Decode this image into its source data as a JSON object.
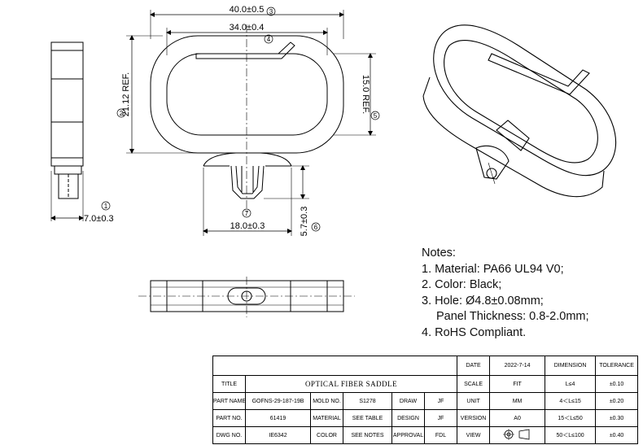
{
  "dimensions": {
    "overall_width": "40.0±0.5",
    "inner_width": "34.0±0.4",
    "outer_height_ref": "21.12 REF.",
    "inner_height_ref": "15.0 REF.",
    "side_thickness": "7.0±0.3",
    "base_width": "18.0±0.3",
    "pin_height": "5.7±0.3"
  },
  "balloons": [
    "1",
    "2",
    "3",
    "4",
    "5",
    "6",
    "7"
  ],
  "notes": {
    "heading": "Notes:",
    "lines": [
      "1. Material: PA66 UL94 V0;",
      "2. Color: Black;",
      "3. Hole: Ø4.8±0.08mm;",
      "Panel Thickness: 0.8-2.0mm;",
      "4. RoHS Compliant."
    ]
  },
  "title_block": {
    "date_label": "DATE",
    "date_value": "2022-7-14",
    "dimension_header": "DIMENSION",
    "tolerance_header": "TOLERANCE",
    "title_label": "TITLE",
    "title_value": "OPTICAL FIBER SADDLE",
    "scale_label": "SCALE",
    "scale_value": "FIT",
    "part_name_label": "PART NAME",
    "part_name_value": "GOFNS-29-187-19B",
    "mold_no_label": "MOLD NO.",
    "mold_no_value": "S1278",
    "draw_label": "DRAW",
    "draw_value": "JF",
    "unit_label": "UNIT",
    "unit_value": "MM",
    "part_no_label": "PART NO.",
    "part_no_value": "61419",
    "material_label": "MATERIAL",
    "material_value": "SEE TABLE",
    "design_label": "DESIGN",
    "design_value": "JF",
    "version_label": "VERSION",
    "version_value": "A0",
    "dwg_no_label": "DWG NO.",
    "dwg_no_value": "IE6342",
    "color_label": "COLOR",
    "color_value": "SEE NOTES",
    "approval_label": "APPROVAL",
    "approval_value": "FDL",
    "view_label": "VIEW",
    "tolerance_rows": [
      {
        "range": "L≤4",
        "tol": "±0.10"
      },
      {
        "range": "4＜L≤15",
        "tol": "±0.20"
      },
      {
        "range": "15＜L≤50",
        "tol": "±0.30"
      },
      {
        "range": "50＜L≤100",
        "tol": "±0.40"
      }
    ]
  }
}
